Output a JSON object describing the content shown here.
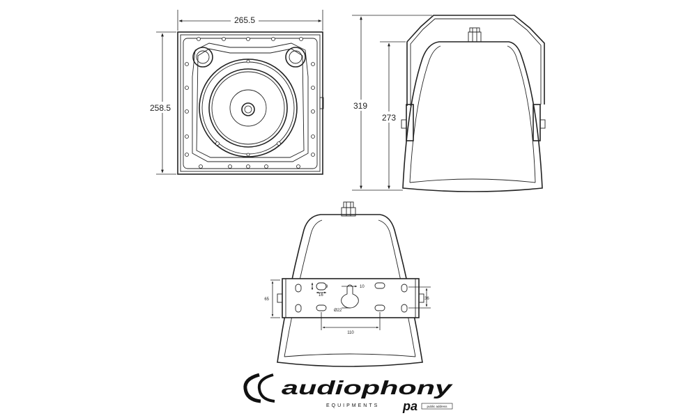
{
  "dimensions": {
    "front_width": "265.5",
    "front_height": "258.5",
    "side_total_height": "319",
    "side_body_height": "273",
    "slot_width": "9",
    "slot_height": "16",
    "keyhole_offset": "10",
    "keyhole_diameter": "Ø22",
    "bracket_height": "65",
    "hole_spacing_vertical": "36",
    "hole_spacing_horizontal": "110"
  },
  "logo": {
    "brand": "audiophony",
    "line": "EQUIPMENTS",
    "tag": "pa",
    "tagline": "public address"
  },
  "colors": {
    "line": "#222222",
    "background": "#ffffff"
  }
}
